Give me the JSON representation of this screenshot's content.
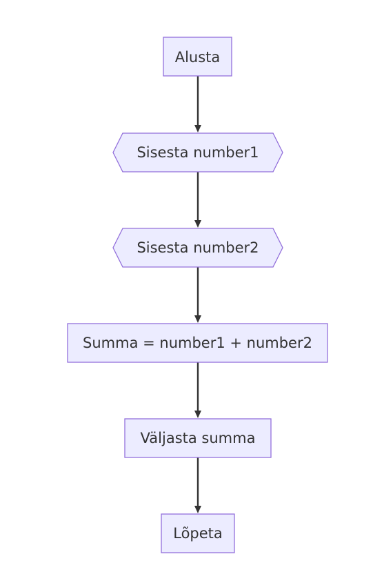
{
  "flowchart": {
    "nodes": [
      {
        "id": "start",
        "label": "Alusta",
        "shape": "rect"
      },
      {
        "id": "input1",
        "label": "Sisesta number1",
        "shape": "hexagon"
      },
      {
        "id": "input2",
        "label": "Sisesta number2",
        "shape": "hexagon"
      },
      {
        "id": "sum",
        "label": "Summa = number1 + number2",
        "shape": "rect"
      },
      {
        "id": "output",
        "label": "Väljasta summa",
        "shape": "rect"
      },
      {
        "id": "end",
        "label": "Lõpeta",
        "shape": "rect"
      }
    ],
    "edges": [
      {
        "from": "start",
        "to": "input1"
      },
      {
        "from": "input1",
        "to": "input2"
      },
      {
        "from": "input2",
        "to": "sum"
      },
      {
        "from": "sum",
        "to": "output"
      },
      {
        "from": "output",
        "to": "end"
      }
    ],
    "colors": {
      "node_fill": "#ECECFF",
      "node_stroke": "#9370DB",
      "text": "#333333",
      "edge": "#333333"
    }
  }
}
